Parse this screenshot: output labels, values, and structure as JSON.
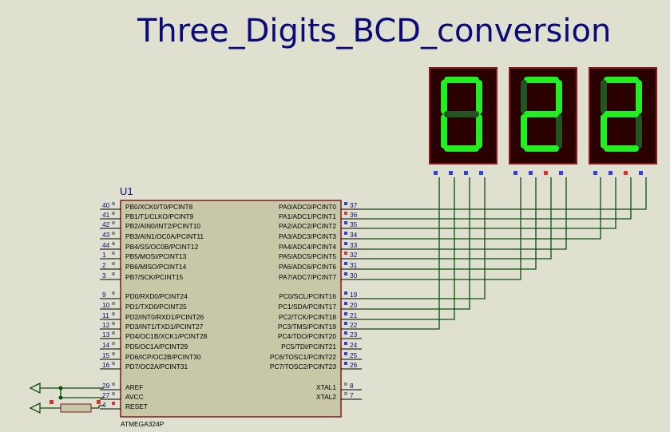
{
  "title": "Three_Digits_BCD_conversion",
  "mcu": {
    "ref": "U1",
    "part": "ATMEGA324P",
    "left_pins": [
      {
        "num": "40",
        "label": "PB0/XCK0/T0/PCINT8"
      },
      {
        "num": "41",
        "label": "PB1/T1/CLKO/PCINT9"
      },
      {
        "num": "42",
        "label": "PB2/AIN0/INT2/PCINT10"
      },
      {
        "num": "43",
        "label": "PB3/AIN1/OC0A/PCINT11"
      },
      {
        "num": "44",
        "label": "PB4/SS/OC0B/PCINT12"
      },
      {
        "num": "1",
        "label": "PB5/MOSI/PCINT13"
      },
      {
        "num": "2",
        "label": "PB6/MISO/PCINT14"
      },
      {
        "num": "3",
        "label": "PB7/SCK/PCINT15"
      },
      {
        "num": "9",
        "label": "PD0/RXD0/PCINT24"
      },
      {
        "num": "10",
        "label": "PD1/TXD0/PCINT25"
      },
      {
        "num": "11",
        "label": "PD2/INT0/RXD1/PCINT26"
      },
      {
        "num": "12",
        "label": "PD3/INT1/TXD1/PCINT27"
      },
      {
        "num": "13",
        "label": "PD4/OC1B/XCK1/PCINT28"
      },
      {
        "num": "14",
        "label": "PD5/OC1A/PCINT29"
      },
      {
        "num": "15",
        "label": "PD6/ICP/OC2B/PCINT30"
      },
      {
        "num": "16",
        "label": "PD7/OC2A/PCINT31"
      },
      {
        "num": "29",
        "label": "AREF"
      },
      {
        "num": "27",
        "label": "AVCC"
      },
      {
        "num": "4",
        "label": "RESET"
      }
    ],
    "right_pins": [
      {
        "num": "37",
        "label": "PA0/ADC0/PCINT0"
      },
      {
        "num": "36",
        "label": "PA1/ADC1/PCINT1"
      },
      {
        "num": "35",
        "label": "PA2/ADC2/PCINT2"
      },
      {
        "num": "34",
        "label": "PA3/ADC3/PCINT3"
      },
      {
        "num": "33",
        "label": "PA4/ADC4/PCINT4"
      },
      {
        "num": "32",
        "label": "PA5/ADC5/PCINT5"
      },
      {
        "num": "31",
        "label": "PA6/ADC6/PCINT6"
      },
      {
        "num": "30",
        "label": "PA7/ADC7/PCINT7"
      },
      {
        "num": "19",
        "label": "PC0/SCL/PCINT16"
      },
      {
        "num": "20",
        "label": "PC1/SDA/PCINT17"
      },
      {
        "num": "21",
        "label": "PC2/TCK/PCINT18"
      },
      {
        "num": "22",
        "label": "PC3/TMS/PCINT19"
      },
      {
        "num": "23",
        "label": "PC4/TDO/PCINT20"
      },
      {
        "num": "24",
        "label": "PC5/TDI/PCINT21"
      },
      {
        "num": "25",
        "label": "PC6/TOSC1/PCINT22"
      },
      {
        "num": "26",
        "label": "PC7/TOSC2/PCINT23"
      },
      {
        "num": "8",
        "label": "XTAL1"
      },
      {
        "num": "7",
        "label": "XTAL2"
      }
    ]
  },
  "displays": [
    {
      "digit": "0"
    },
    {
      "digit": "2"
    },
    {
      "digit": "2"
    }
  ],
  "colors": {
    "segment_on": "#22ee22",
    "segment_off": "#225522",
    "display_body": "#2a0000",
    "display_frame": "#8a1a1a",
    "chip_fill": "#c8c8a8",
    "chip_border": "#7a1a1a",
    "wire": "#0d4d0d",
    "pin_marker_red": "#e03030",
    "pin_marker_blue": "#3040e0",
    "pin_marker_gray": "#909090"
  }
}
